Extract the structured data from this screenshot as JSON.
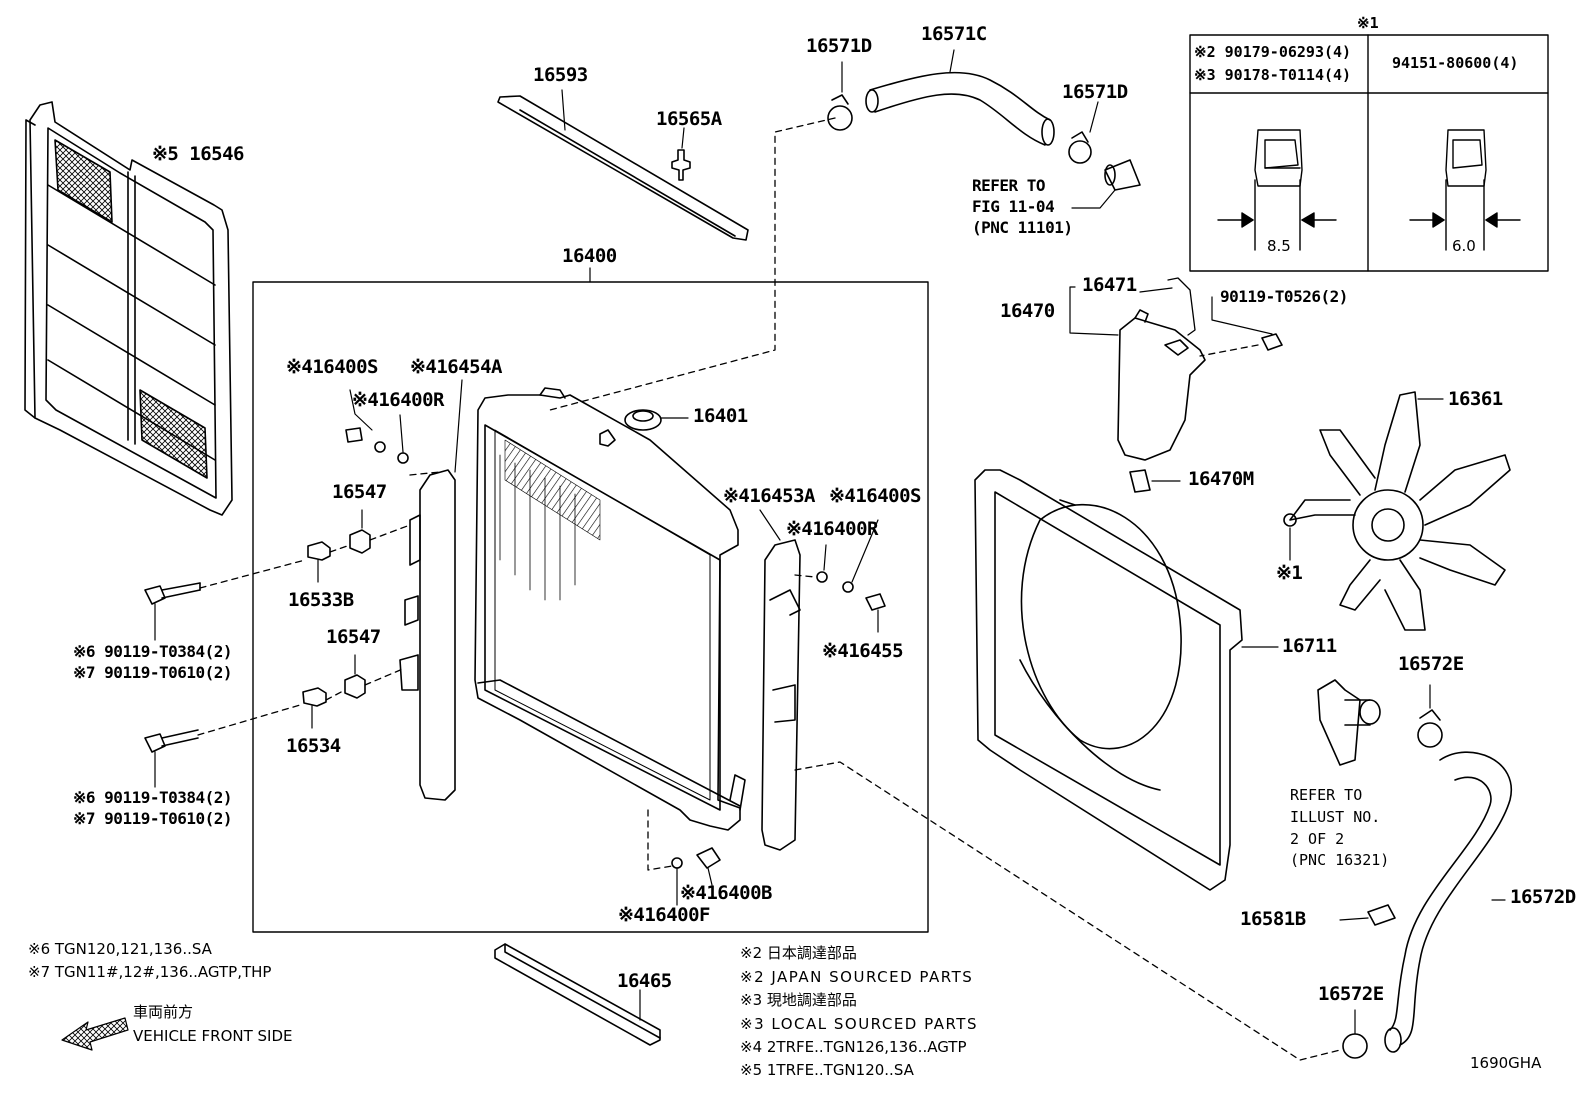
{
  "labels": {
    "p16546": "※5 16546",
    "p16593": "16593",
    "p16565A": "16565A",
    "p16571D_a": "16571D",
    "p16571C": "16571C",
    "p16571D_b": "16571D",
    "p16400": "16400",
    "p16400S_l": "※416400S",
    "p16454A": "※416454A",
    "p16400R_l": "※416400R",
    "p16401": "16401",
    "p16547_a": "16547",
    "p16533B": "16533B",
    "p16547_b": "16547",
    "p16534": "16534",
    "bolt1_a": "※6 90119-T0384(2)",
    "bolt1_b": "※7 90119-T0610(2)",
    "bolt2_a": "※6 90119-T0384(2)",
    "bolt2_b": "※7 90119-T0610(2)",
    "p16453A": "※416453A",
    "p16400S_r": "※416400S",
    "p16400R_r": "※416400R",
    "p16455": "※416455",
    "p16400B": "※416400B",
    "p16400F": "※416400F",
    "p16465": "16465",
    "p16470": "16470",
    "p16471": "16471",
    "p90119T0526": "90119-T0526(2)",
    "p16470M": "16470M",
    "p16361": "16361",
    "pX1": "※1",
    "p16711": "16711",
    "p16572E_a": "16572E",
    "p16572D": "16572D",
    "p16581B": "16581B",
    "p16572E_b": "16572E"
  },
  "refer_fig": {
    "line1": "REFER TO",
    "line2": "FIG 11-04",
    "line3": "(PNC 11101)"
  },
  "refer_illust": {
    "line1": "REFER TO",
    "line2": "ILLUST NO.",
    "line3": "2 OF 2",
    "line4": "(PNC 16321)"
  },
  "fastener_table": {
    "header": "※1",
    "left_row1": "※2 90179-06293(4)",
    "left_row2": "※3 90178-T0114(4)",
    "right_row1": "94151-80600(4)",
    "left_dim": "8.5",
    "right_dim": "6.0"
  },
  "footnotes_left": {
    "n6": "※6 TGN120,121,136..SA",
    "n7": "※7 TGN11#,12#,136..AGTP,THP"
  },
  "footnotes_bottom": {
    "n2a": "※2 日本調達部品",
    "n2b": "※2 JAPAN SOURCED PARTS",
    "n3a": "※3 現地調達部品",
    "n3b": "※3 LOCAL SOURCED PARTS",
    "n4": "※4 2TRFE..TGN126,136..AGTP",
    "n5": "※5 1TRFE..TGN120..SA"
  },
  "direction": {
    "jp": "車両前方",
    "en": "VEHICLE FRONT SIDE"
  },
  "figure_code": "1690GHA"
}
